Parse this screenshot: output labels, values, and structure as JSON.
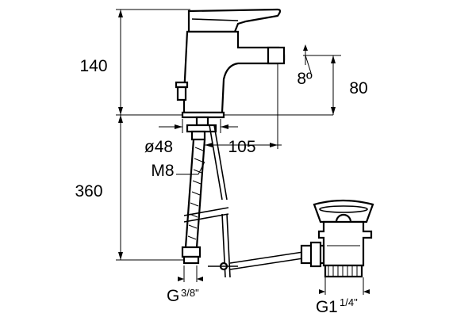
{
  "diagram": {
    "labels": {
      "height_top": "140",
      "height_bottom": "360",
      "spout_height": "80",
      "spout_angle": "8º",
      "base_diameter": "ø48",
      "spout_reach": "105",
      "stud_thread": "M8",
      "hose_thread_prefix": "G",
      "hose_thread_fraction": "3/8\"",
      "waste_thread_prefix": "G",
      "waste_thread_whole": "1",
      "waste_thread_fraction": "1/4\""
    }
  }
}
